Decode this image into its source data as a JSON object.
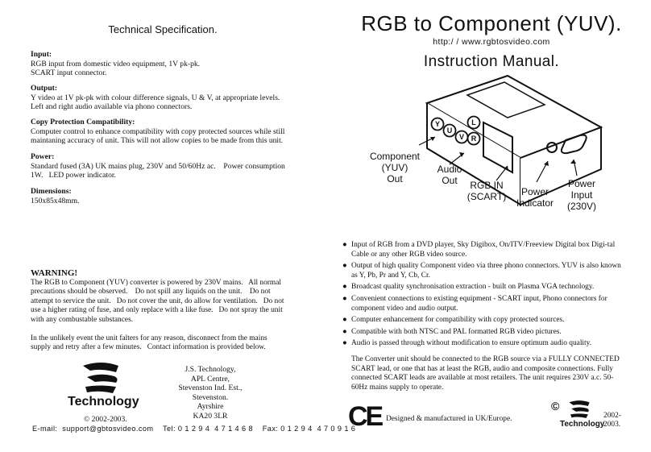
{
  "left": {
    "title": "Technical Specification.",
    "sections": [
      {
        "heading": "Input:",
        "lines": [
          "RGB input from domestic video equipment, 1V pk-pk.",
          "SCART input connector."
        ]
      },
      {
        "heading": "Output:",
        "lines": [
          "Y video at 1V pk-pk with colour difference signals, U & V, at appropriate levels.",
          "Left and right audio available via phono connectors."
        ]
      },
      {
        "heading": "Copy Protection Compatibility:",
        "lines": [
          "Computer control to enhance compatibility with copy protected sources while still",
          "maintaning accuracy of unit.  This will not allow copies to be made from this unit."
        ]
      },
      {
        "heading": "Power:",
        "lines": [
          "Standard fused (3A) UK mains plug, 230V and 50/60Hz ac.    Power consumption",
          "1W.   LED power indicator."
        ]
      },
      {
        "heading": "Dimensions:",
        "lines": [
          "150x85x48mm."
        ]
      }
    ],
    "warning": {
      "heading": "WARNING!",
      "para1": [
        "The RGB to Component (YUV) converter is powered by 230V mains.   All normal",
        "precautions should be observed.    Do not spill any liquids on the unit.    Do not",
        "attempt to service the unit.   Do not cover the unit, do allow for ventilation.   Do not",
        "use a higher rating of fuse, and only replace with a like fuse.   Do not spray the unit",
        "with any combustable substances."
      ],
      "para2": [
        "In the unlikely event the unit falters for any reason, disconnect from the mains",
        "supply and retry after a few minutes.   Contact information is provided below."
      ]
    },
    "logo_text": "Technology",
    "copyright": "© 2002-2003.",
    "address": [
      "J.S. Technology,",
      "APL Centre,",
      "Stevenston Ind. Est.,",
      "Stevenston.",
      "Ayrshire",
      "KA20 3LR"
    ],
    "footer": "E-mail:  support@gbtosvideo.com    Tel: 0 1 2 9 4  4 7 1 4 6 8    Fax: 0 1 2 9 4  4 7 0 9 1 6"
  },
  "right": {
    "title": "RGB to Component (YUV).",
    "url": "http:/ / www.rgbtosvideo.com",
    "subtitle": "Instruction Manual.",
    "diagram": {
      "jacks": [
        "Y",
        "U",
        "V",
        "L",
        "R"
      ],
      "labels": {
        "component": [
          "Component",
          "(YUV)",
          "Out"
        ],
        "audio": [
          "Audio",
          "Out"
        ],
        "rgb": [
          "RGB IN",
          "(SCART)"
        ],
        "indicator": [
          "Power",
          "Indicator"
        ],
        "power": [
          "Power",
          "Input",
          "(230V)"
        ]
      }
    },
    "features": [
      "Input of RGB from a DVD player, Sky Digibox, On/ITV/Freeview Digital box Digi-tal Cable or any other RGB video source.",
      "Output of high quality Component video via three phono connectors.    YUV is also known as Y, Pb, Pr and Y, Cb, Cr.",
      "Broadcast quality synchronisation extraction - built on Plasma VGA technology.",
      "Convenient connections to existing equipment - SCART input, Phono connectors for component video and audio output.",
      "Computer enhancement for compatibility with copy protected sources.",
      "Compatible with both NTSC and PAL formatted RGB video pictures.",
      "Audio is passed through without modification to ensure optimum audio quality."
    ],
    "paragraph": "The Converter unit should be connected to the RGB source via a FULLY CONNECTED SCART lead, or one that has at least the RGB, audio and composite connections.   Fully connected SCART leads are available at most retailers.   The unit requires 230V a.c. 50-60Hz mains supply to operate.",
    "ce_mark": "CE",
    "made_in": "Designed & manufactured in UK/Europe.",
    "copyright_symbol": "©",
    "logo_text": "Technology",
    "year": [
      "2002-",
      "2003."
    ]
  }
}
